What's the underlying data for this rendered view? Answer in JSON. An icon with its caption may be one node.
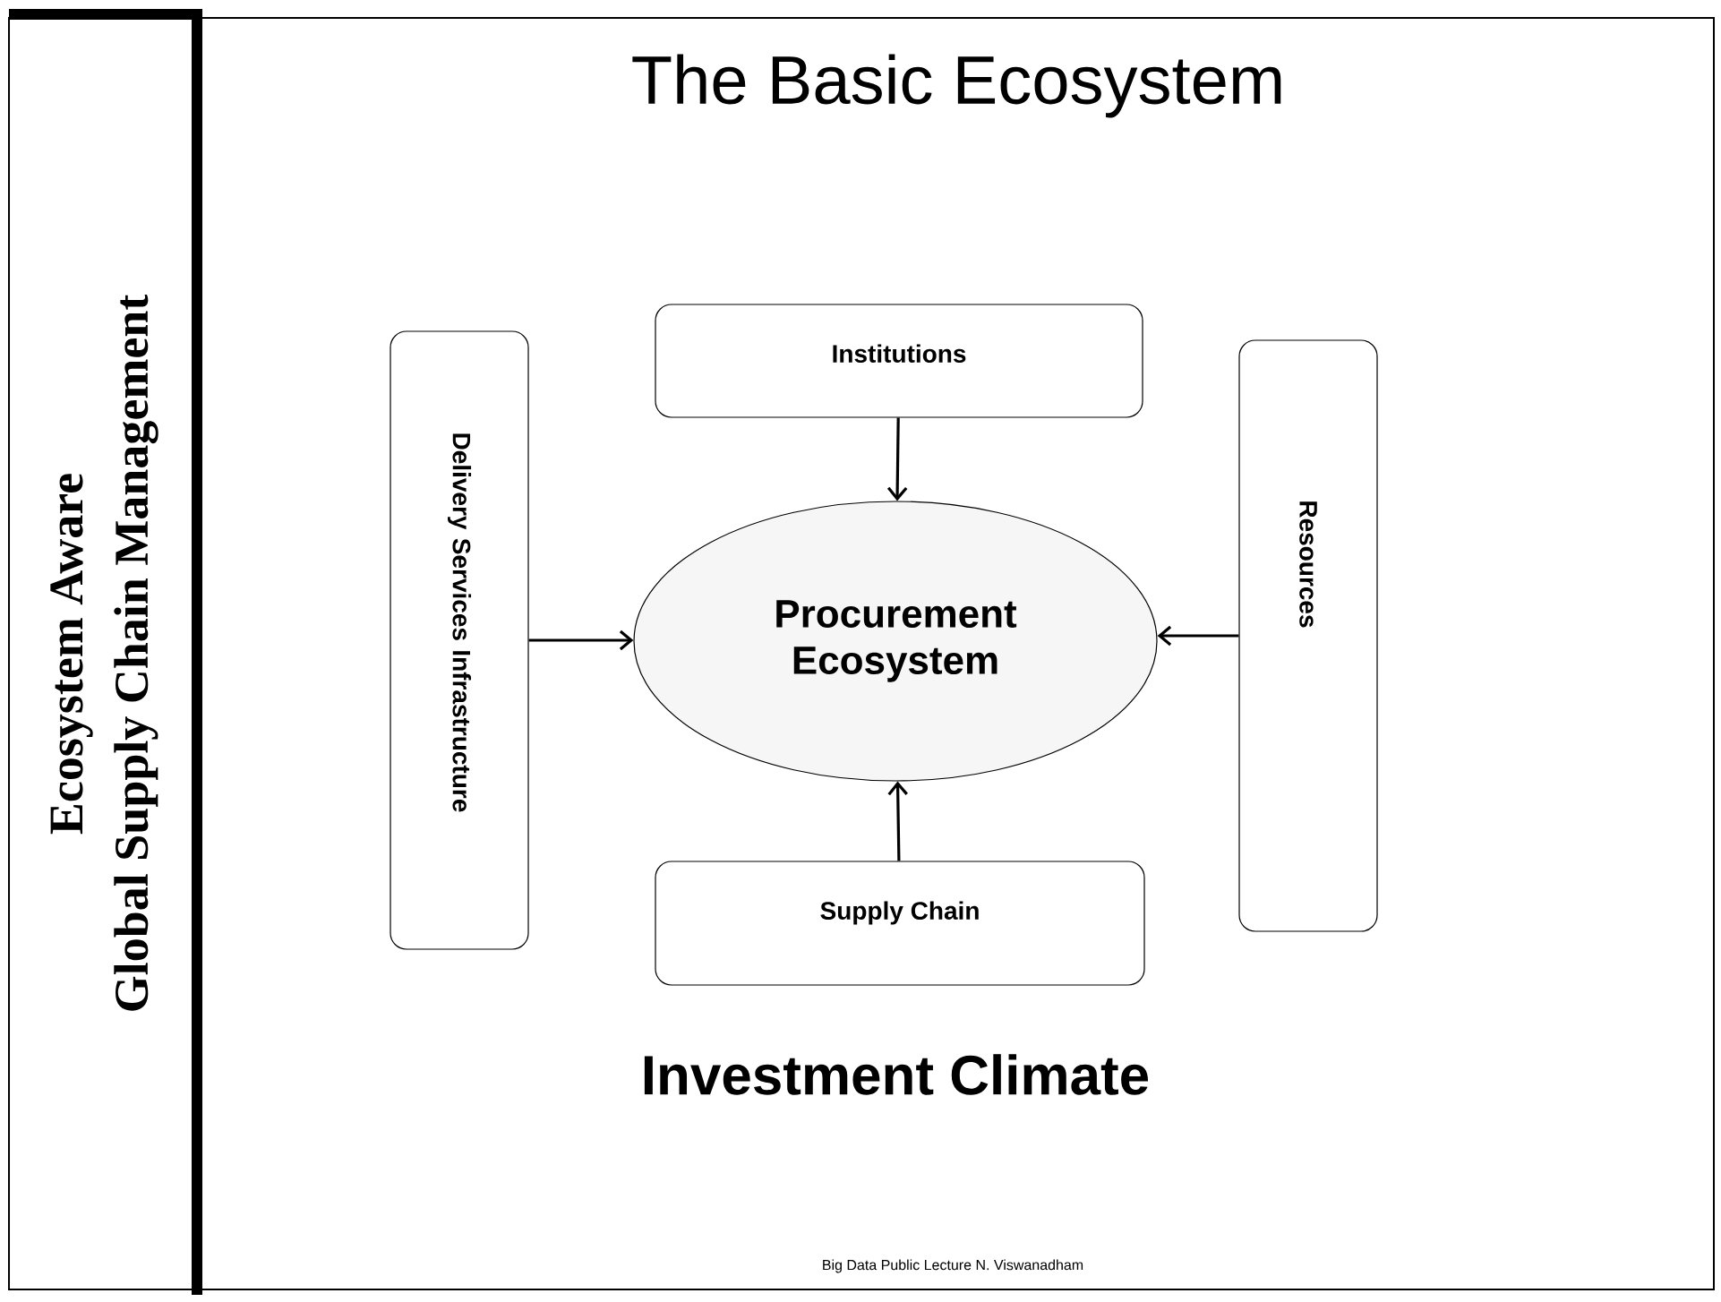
{
  "diagram": {
    "title": "The Basic Ecosystem",
    "nodes": [
      {
        "text": [
          "Institutions"
        ]
      },
      {
        "text": [
          "Delivery Services Infrastructure"
        ]
      },
      {
        "text": [
          "Procurement Ecosystem"
        ]
      },
      {
        "text": [
          "Resources"
        ]
      },
      {
        "text": [
          "Supply Chain"
        ]
      }
    ],
    "edges": [
      {
        "from": 0,
        "to": 2,
        "arrow": "to"
      },
      {
        "from": 1,
        "to": 2,
        "arrow": "to"
      },
      {
        "from": 3,
        "to": 2,
        "arrow": "to"
      },
      {
        "from": 4,
        "to": 2,
        "arrow": "to"
      }
    ],
    "labels": [
      "Ecosystem Aware",
      "Global Supply Chain Management",
      "Investment Climate",
      "Big Data Public Lecture N. Viswanadham"
    ]
  }
}
